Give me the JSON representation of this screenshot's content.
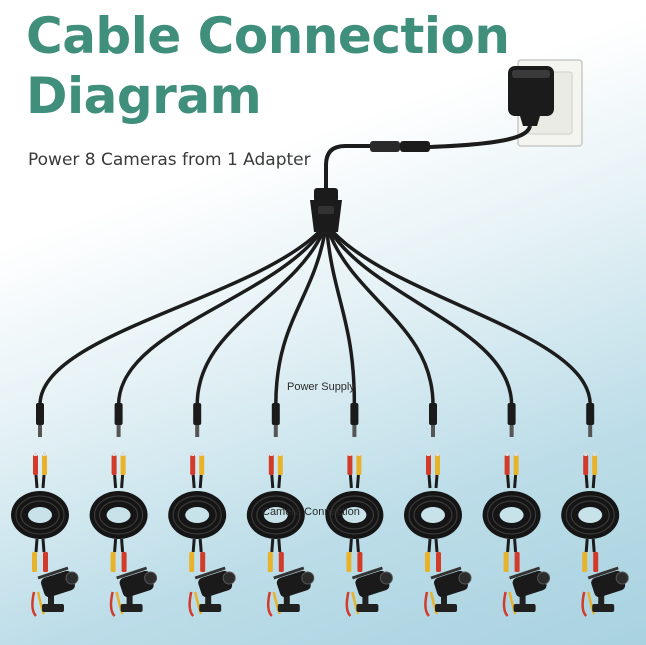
{
  "title_line1": "Cable Connection",
  "title_line2": "Diagram",
  "subtitle": "Power 8 Cameras from 1 Adapter",
  "labels": {
    "power_supply": "Power Supply",
    "camera_connection": "Camera Connection"
  },
  "camera_count": 8,
  "colors": {
    "title": "#3f8f7c",
    "cable": "#1c1c1c",
    "plug_red": "#d23a2a",
    "plug_yellow": "#e8b22a",
    "wall_plate": "#f4f4f0",
    "background_blue": "#a9d2e0"
  },
  "icons": [
    "power-adapter-icon",
    "splitter-icon",
    "dc-plug-icon",
    "cable-coil-icon",
    "security-camera-icon"
  ]
}
